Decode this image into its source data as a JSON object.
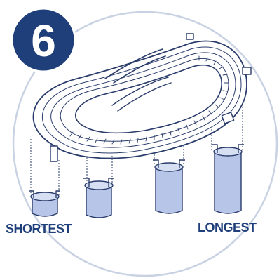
{
  "step": {
    "number": "6"
  },
  "labels": {
    "shortest": "SHORTEST",
    "longest": "LONGEST"
  },
  "colors": {
    "accent": "#1f3f7a",
    "circle_outline": "#c8d2e2",
    "line": "#2a3c6b",
    "leg_fill": "#b6c5e8",
    "leg_top": "#d7e0f3",
    "track_fill": "#ffffff"
  },
  "legs": {
    "count": 4,
    "order": [
      "shortest",
      "short",
      "long",
      "longest"
    ]
  }
}
